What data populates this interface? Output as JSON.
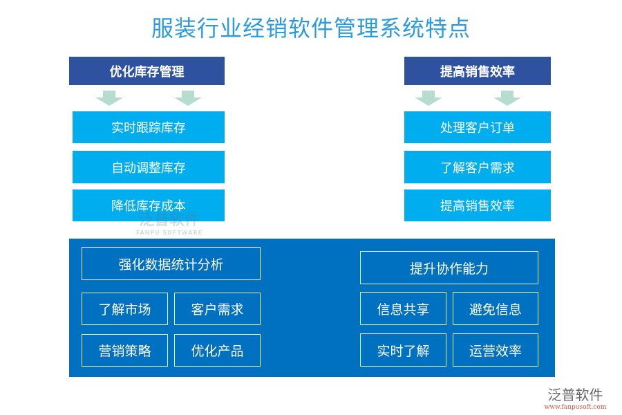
{
  "title": "服装行业经销软件管理系统特点",
  "left": {
    "header": "优化库存管理",
    "items": [
      "实时跟踪库存",
      "自动调整库存",
      "降低库存成本"
    ]
  },
  "right": {
    "header": "提高销售效率",
    "items": [
      "处理客户订单",
      "了解客户需求",
      "提高销售效率"
    ]
  },
  "bottom_left": {
    "header": "强化数据统计分析",
    "items": [
      "了解市场",
      "客户需求",
      "营销策略",
      "优化产品"
    ]
  },
  "bottom_right": {
    "header": "提升协作能力",
    "items": [
      "信息共享",
      "避免信息",
      "实时了解",
      "运营效率"
    ]
  },
  "watermark": {
    "name": "泛普软件",
    "sub": "FANPU SOFTWARE"
  },
  "logo": {
    "name": "泛普软件",
    "url": "www.fanpusoft.com"
  }
}
